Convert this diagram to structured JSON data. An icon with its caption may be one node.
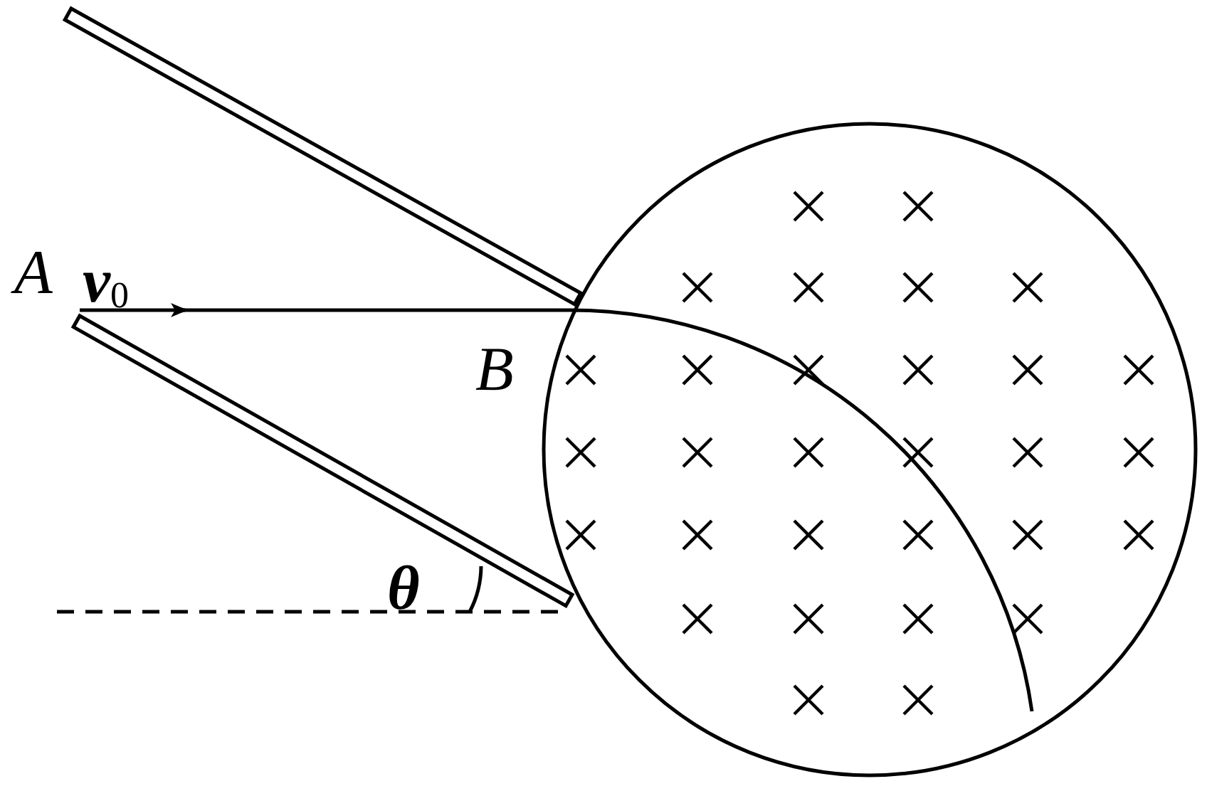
{
  "diagram": {
    "labels": [
      "A",
      "**v**$_{0}$",
      "B",
      "θ"
    ]
  }
}
